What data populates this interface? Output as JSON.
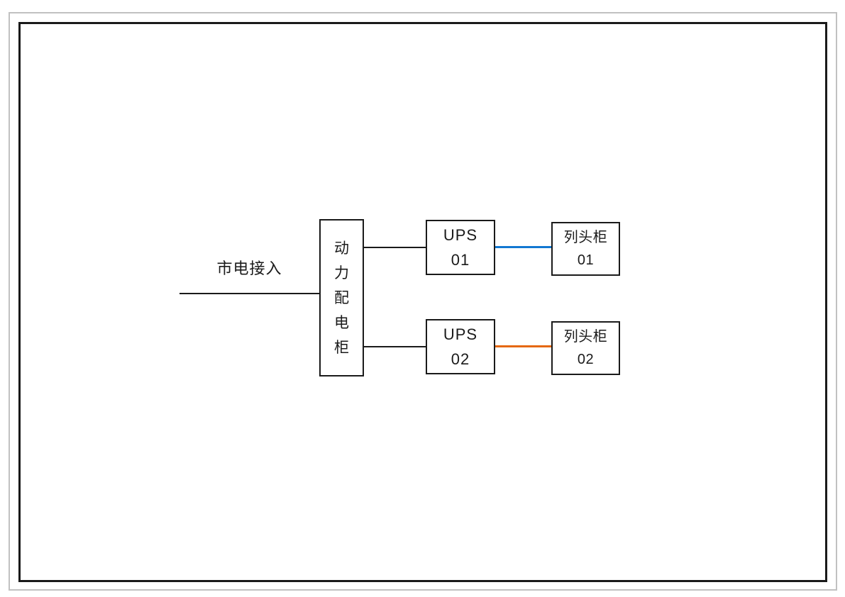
{
  "diagram": {
    "title_hint": "power-topology-diagram",
    "mains": {
      "label": "市电接入"
    },
    "distribution": {
      "label": "动力配电柜",
      "label_stacked": "动\n力\n配\n电\n柜"
    },
    "ups01": {
      "line1": "UPS",
      "line2": "01"
    },
    "ups02": {
      "line1": "UPS",
      "line2": "02"
    },
    "pdu01": {
      "line1": "列头柜",
      "line2": "01"
    },
    "pdu02": {
      "line1": "列头柜",
      "line2": "02"
    },
    "edges": [
      {
        "from": "mains",
        "to": "distribution",
        "color": "#1a1a1a"
      },
      {
        "from": "distribution",
        "to": "ups01",
        "color": "#1a1a1a"
      },
      {
        "from": "distribution",
        "to": "ups02",
        "color": "#1a1a1a"
      },
      {
        "from": "ups01",
        "to": "pdu01",
        "color": "#1278d2"
      },
      {
        "from": "ups02",
        "to": "pdu02",
        "color": "#e5680e"
      }
    ],
    "colors": {
      "wire_black": "#1a1a1a",
      "link_blue": "#1278d2",
      "link_orange": "#e5680e",
      "box_border": "#1a1a1a",
      "outer_frame": "#c1c1c1",
      "inner_frame": "#1a1a1a",
      "background": "#ffffff"
    }
  }
}
